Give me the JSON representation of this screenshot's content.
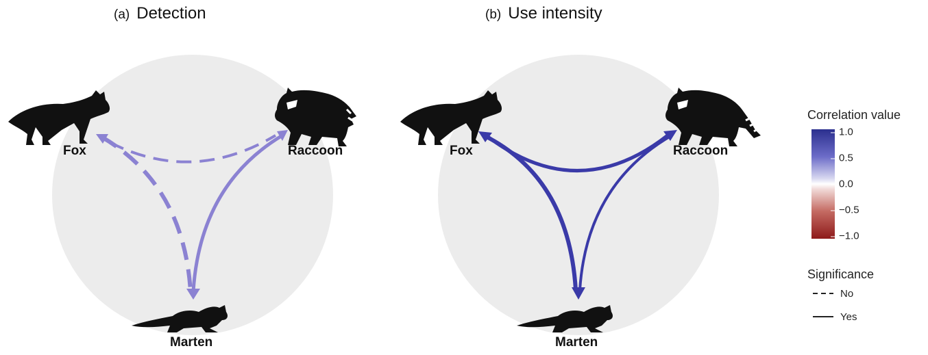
{
  "panels": [
    {
      "tag": "(a)",
      "title": "Detection",
      "nodes": {
        "fox": "Fox",
        "raccoon": "Raccoon",
        "marten": "Marten"
      },
      "edges": [
        {
          "from": "Fox",
          "to": "Raccoon",
          "significant": false,
          "correlation": 0.45
        },
        {
          "from": "Fox",
          "to": "Marten",
          "significant": false,
          "correlation": 0.45
        },
        {
          "from": "Raccoon",
          "to": "Marten",
          "significant": true,
          "correlation": 0.45
        }
      ]
    },
    {
      "tag": "(b)",
      "title": "Use intensity",
      "nodes": {
        "fox": "Fox",
        "raccoon": "Raccoon",
        "marten": "Marten"
      },
      "edges": [
        {
          "from": "Fox",
          "to": "Raccoon",
          "significant": true,
          "correlation": 0.9
        },
        {
          "from": "Fox",
          "to": "Marten",
          "significant": true,
          "correlation": 0.9
        },
        {
          "from": "Raccoon",
          "to": "Marten",
          "significant": true,
          "correlation": 0.9
        }
      ]
    }
  ],
  "legend": {
    "color_title": "Correlation value",
    "ticks": [
      "1.0",
      "0.5",
      "0.0",
      "−0.5",
      "−1.0"
    ],
    "significance_title": "Significance",
    "no_label": "No",
    "yes_label": "Yes"
  },
  "colors": {
    "background_circle": "#ececec",
    "silhouette": "#111111",
    "detection_edge": "#8b82d2",
    "use_edge": "#3a3aa8"
  }
}
